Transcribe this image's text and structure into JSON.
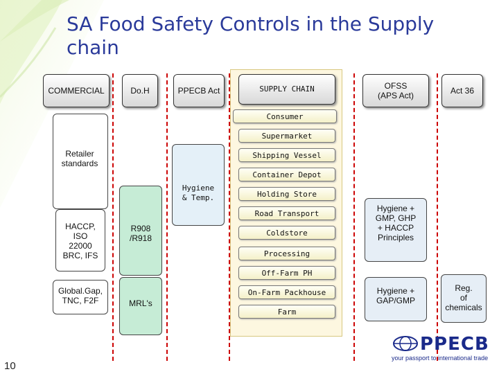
{
  "title": "SA Food Safety Controls in the Supply chain",
  "headers": {
    "commercial": "COMMERCIAL",
    "doh": "Do.H",
    "ppecb_act": "PPECB Act",
    "supply_chain": "SUPPLY CHAIN",
    "ofss": "OFSS\n(APS Act)",
    "act36": "Act 36"
  },
  "stages": [
    "Consumer",
    "Supermarket",
    "Shipping Vessel",
    "Container Depot",
    "Holding Store",
    "Road Transport",
    "Coldstore",
    "Processing",
    "Off-Farm PH",
    "On-Farm Packhouse",
    "Farm"
  ],
  "commercial": {
    "retailer": "Retailer\nstandards",
    "haccp": "HACCP,\nISO\n22000\nBRC, IFS",
    "globalgap": "Global.Gap,\nTNC, F2F"
  },
  "doh": {
    "r908": "R908\n/R918",
    "mrls": "MRL's"
  },
  "ppecb": {
    "hygiene": "Hygiene\n& Temp."
  },
  "ofss": {
    "hygiene_gmp": "Hygiene +\nGMP, GHP\n+ HACCP\nPrinciples",
    "hygiene_gap": "Hygiene +\nGAP/GMP"
  },
  "act36": {
    "reg": "Reg.\nof\nchemicals"
  },
  "page_number": "10",
  "logo": {
    "name": "PPECB",
    "tagline": "your passport to international trade"
  },
  "colors": {
    "title": "#2a3a9a",
    "divider": "#cc0000",
    "commercial_fill": "#ffffff",
    "doh_fill": "#c6ecd6",
    "ppecb_fill": "#e4f0f8",
    "supply_fill": "#fdf7e0",
    "ofss_fill": "#e6eef6",
    "logo": "#1a2a8a"
  }
}
